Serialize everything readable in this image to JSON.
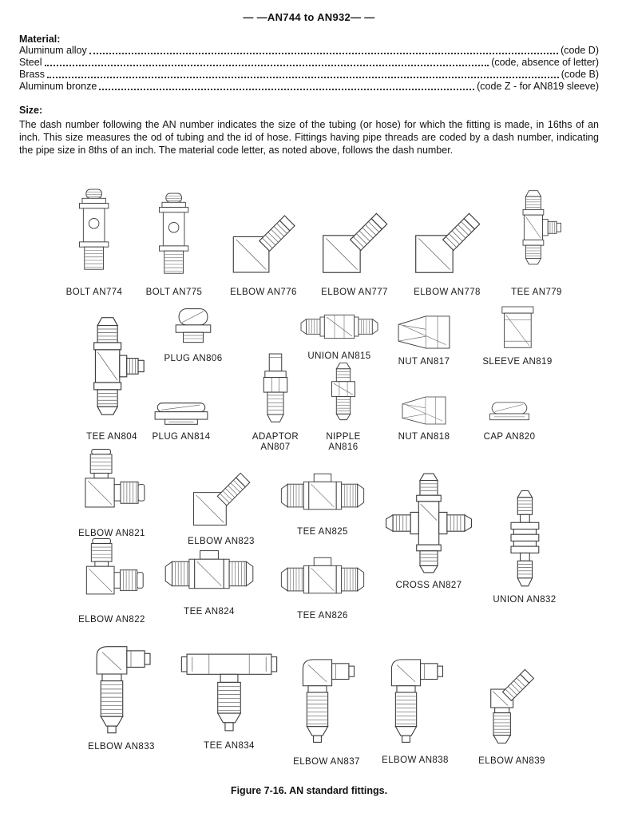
{
  "page": {
    "header": "— —AN744 to AN932— —",
    "caption": "Figure 7-16. AN standard fittings."
  },
  "material": {
    "heading": "Material:",
    "rows": [
      {
        "name": "Aluminum alloy",
        "code": "(code D)"
      },
      {
        "name": "Steel",
        "code": "(code, absence of letter)"
      },
      {
        "name": "Brass",
        "code": "(code B)"
      },
      {
        "name": "Aluminum bronze",
        "code": "(code Z - for AN819 sleeve)"
      }
    ]
  },
  "size": {
    "heading": "Size:",
    "text": "The dash number following the AN number indicates the size of the tubing (or hose) for which the fitting is made, in 16ths of an inch. This size measures the od of tubing and the id of hose. Fittings having pipe threads are coded by a dash number, indicating the pipe size in 8ths of an inch. The material code letter, as noted above, follows the dash number."
  },
  "figure": {
    "fittings": [
      {
        "label": "BOLT AN774",
        "kind": "bolt"
      },
      {
        "label": "BOLT AN775",
        "kind": "bolt"
      },
      {
        "label": "ELBOW AN776",
        "kind": "45-degree elbow"
      },
      {
        "label": "ELBOW AN777",
        "kind": "45-degree elbow"
      },
      {
        "label": "ELBOW AN778",
        "kind": "45-degree elbow"
      },
      {
        "label": "TEE AN779",
        "kind": "tee"
      },
      {
        "label": "PLUG AN806",
        "kind": "plug"
      },
      {
        "label": "UNION AN815",
        "kind": "union"
      },
      {
        "label": "NUT AN817",
        "kind": "nut"
      },
      {
        "label": "SLEEVE AN819",
        "kind": "sleeve"
      },
      {
        "label": "TEE AN804",
        "kind": "tee"
      },
      {
        "label": "PLUG AN814",
        "kind": "plug"
      },
      {
        "label": "ADAPTOR AN807",
        "kind": "adaptor"
      },
      {
        "label": "NIPPLE AN816",
        "kind": "nipple"
      },
      {
        "label": "NUT AN818",
        "kind": "nut"
      },
      {
        "label": "CAP AN820",
        "kind": "cap"
      },
      {
        "label": "ELBOW AN821",
        "kind": "90-degree elbow"
      },
      {
        "label": "ELBOW AN823",
        "kind": "45-degree elbow"
      },
      {
        "label": "TEE AN825",
        "kind": "tee"
      },
      {
        "label": "CROSS AN827",
        "kind": "cross"
      },
      {
        "label": "UNION AN832",
        "kind": "union"
      },
      {
        "label": "ELBOW AN822",
        "kind": "90-degree elbow"
      },
      {
        "label": "TEE AN824",
        "kind": "tee"
      },
      {
        "label": "TEE AN826",
        "kind": "tee"
      },
      {
        "label": "ELBOW AN833",
        "kind": "hose elbow"
      },
      {
        "label": "TEE AN834",
        "kind": "hose tee"
      },
      {
        "label": "ELBOW AN837",
        "kind": "hose elbow"
      },
      {
        "label": "ELBOW AN838",
        "kind": "hose elbow"
      },
      {
        "label": "ELBOW AN839",
        "kind": "45-degree hose elbow"
      }
    ]
  }
}
